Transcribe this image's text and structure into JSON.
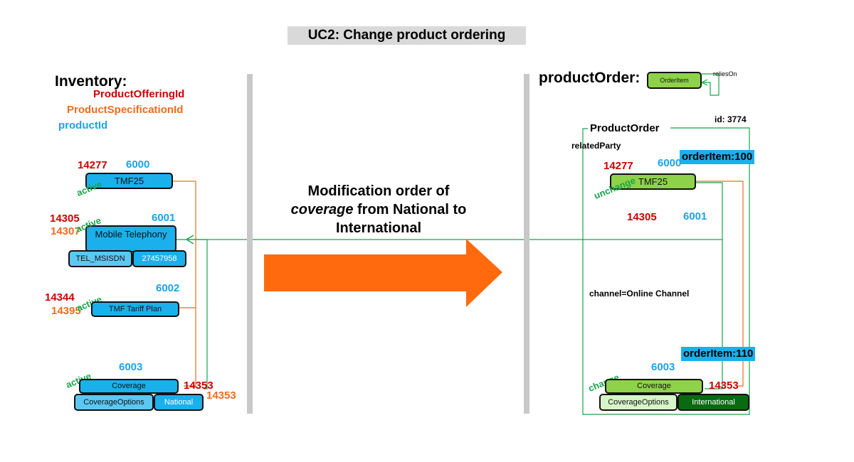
{
  "title": "UC2: Change product ordering",
  "inventory": {
    "heading": "Inventory:",
    "legend": {
      "offering": "ProductOfferingId",
      "specification": "ProductSpecificationId",
      "product": "productId"
    },
    "tmf25": {
      "offering": "14277",
      "product": "6000",
      "label": "TMF25",
      "status": "active"
    },
    "mobile": {
      "offering": "14305",
      "specification": "14307",
      "product": "6001",
      "label": "Mobile Telephony",
      "status": "active",
      "chars": [
        "TEL_MSISDN",
        "27457958"
      ]
    },
    "tariff": {
      "offering": "14344",
      "specification": "14395",
      "product": "6002",
      "label": "TMF Tariff Plan",
      "status": "active"
    },
    "coverage": {
      "product": "6003",
      "offering": "14353",
      "specification": "14353",
      "label": "Coverage",
      "status": "active",
      "chars": [
        "CoverageOptions",
        "National"
      ]
    }
  },
  "middle": {
    "line1": "Modification order of",
    "line2_italic": "coverage",
    "line2_rest": " from National to",
    "line3": "International"
  },
  "productOrder": {
    "heading": "productOrder:",
    "orderItem_box": "OrderItem",
    "reliesOn": "reliesOn",
    "id": "id: 3774",
    "frame_label": "ProductOrder",
    "relatedParty": "relatedParty",
    "orderItem100": "orderItem:100",
    "orderItem110": "orderItem:110",
    "tmf25": {
      "offering": "14277",
      "product": "6000",
      "label": "TMF25",
      "status": "unchange"
    },
    "mobile": {
      "offering": "14305",
      "product": "6001"
    },
    "channel": "channel=Online  Channel",
    "coverage": {
      "product": "6003",
      "offering": "14353",
      "label": "Coverage",
      "status": "change",
      "chars": [
        "CoverageOptions",
        "International"
      ]
    }
  },
  "colors": {
    "offering": "#cc0000",
    "specification": "#f26b1d",
    "product": "#1aa3e8",
    "status": "#18a54a",
    "arrow": "#ff6a0e"
  }
}
